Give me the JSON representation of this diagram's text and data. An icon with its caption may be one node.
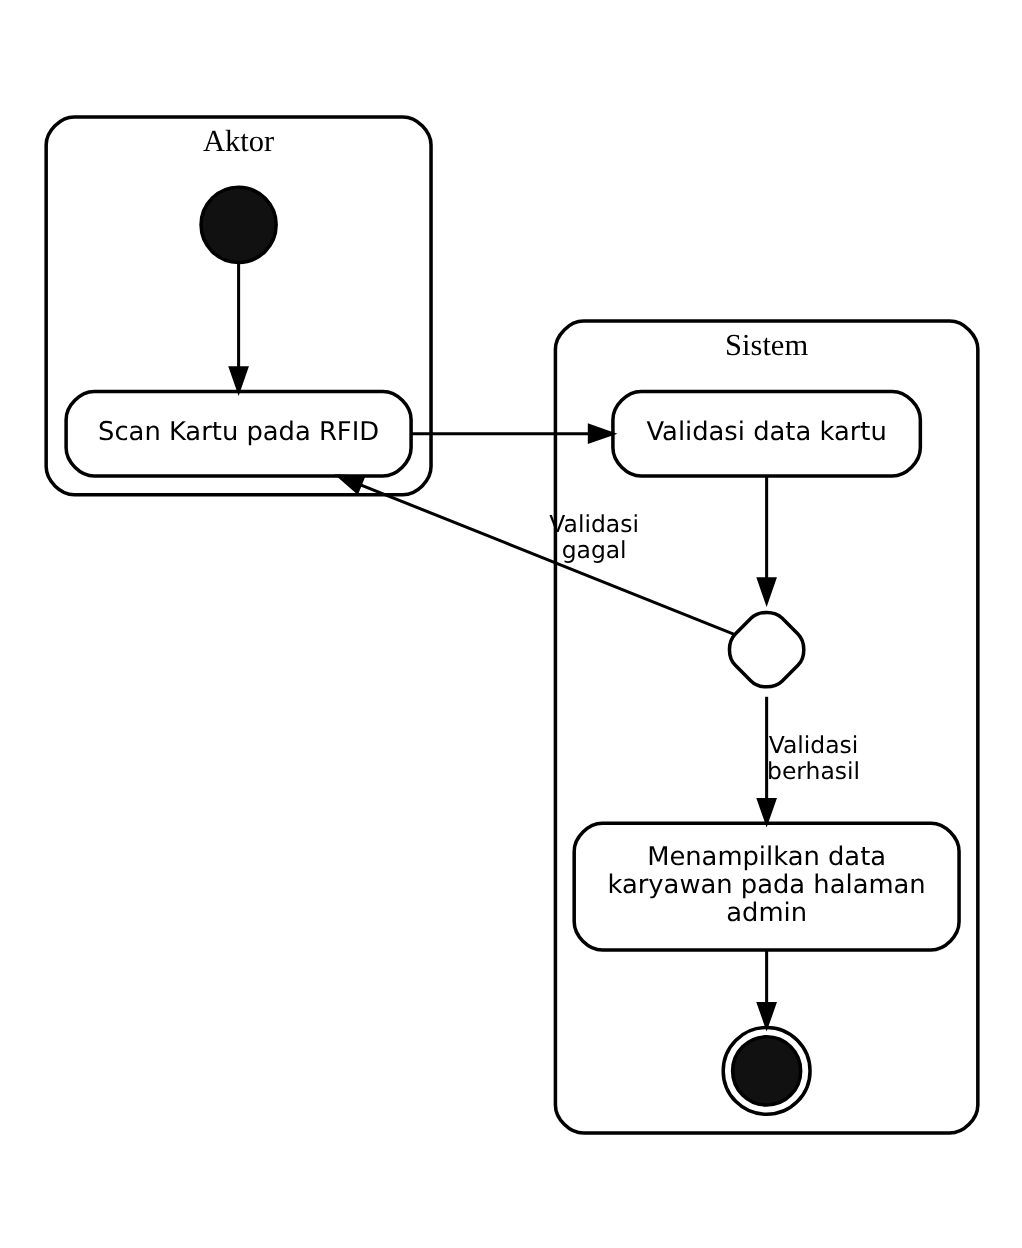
{
  "diagram": {
    "nodes": [
      {
        "text": [
          "Aktor"
        ]
      },
      {
        "text": [
          "Sistem"
        ]
      },
      {
        "text": [],
        "shape": "circle",
        "in": 0
      },
      {
        "text": [
          "Scan Kartu pada RFID"
        ],
        "in": 0
      },
      {
        "text": [
          "Validasi data kartu"
        ],
        "in": 1
      },
      {
        "text": [],
        "shape": "diamond",
        "in": 1
      },
      {
        "text": [
          "Menampilkan data karyawan pada halaman admin"
        ],
        "in": 1
      },
      {
        "text": [],
        "shape": "circle",
        "in": 1
      }
    ],
    "edges": [
      {
        "from": 2,
        "to": 3,
        "arrow": "to"
      },
      {
        "from": 3,
        "to": 4,
        "arrow": "to"
      },
      {
        "from": 4,
        "to": 5,
        "arrow": "to"
      },
      {
        "from": 5,
        "to": 3,
        "arrow": "to",
        "label": "Validasi gagal"
      },
      {
        "from": 5,
        "to": 6,
        "arrow": "to",
        "label": "Validasi berhasil"
      },
      {
        "from": 6,
        "to": 7,
        "arrow": "to"
      }
    ]
  }
}
